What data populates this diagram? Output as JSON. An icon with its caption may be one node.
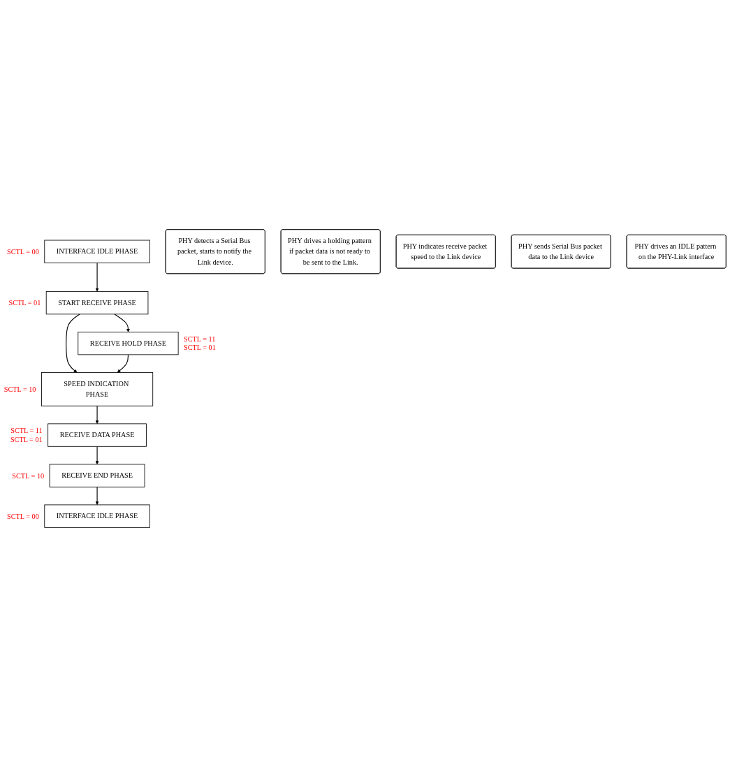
{
  "diagram": {
    "nodes": [
      {
        "text": [
          "INTERFACE IDLE PHASE"
        ],
        "beside": [
          "SCTL = 00"
        ]
      },
      {
        "text": [
          "START RECEIVE PHASE"
        ],
        "beside": [
          "SCTL = 01"
        ]
      },
      {
        "text": [
          "RECEIVE HOLD PHASE"
        ],
        "beside": [
          "SCTL = 11",
          "SCTL = 01"
        ]
      },
      {
        "text": [
          "SPEED INDICATION PHASE"
        ],
        "beside": [
          "SCTL = 10"
        ]
      },
      {
        "text": [
          "RECEIVE DATA PHASE"
        ],
        "beside": [
          "SCTL = 11",
          "SCTL = 01"
        ]
      },
      {
        "text": [
          "RECEIVE END PHASE"
        ],
        "beside": [
          "SCTL = 10"
        ]
      },
      {
        "text": [
          "INTERFACE IDLE PHASE"
        ],
        "beside": [
          "SCTL = 00"
        ]
      },
      {
        "text": [
          "PHY detects a Serial Bus packet, starts to notify the Link device."
        ]
      },
      {
        "text": [
          "PHY drives a holding pattern if packet data is not ready to be sent to the Link."
        ]
      },
      {
        "text": [
          "PHY indicates receive packet speed to the Link device"
        ]
      },
      {
        "text": [
          "PHY sends Serial Bus packet data to the Link device"
        ]
      },
      {
        "text": [
          "PHY drives an IDLE pattern on the PHY-Link interface"
        ]
      }
    ],
    "edges": [
      {
        "from": 0,
        "to": 1,
        "arrow": "to"
      },
      {
        "from": 1,
        "to": 2,
        "arrow": "to"
      },
      {
        "from": 1,
        "to": 3,
        "arrow": "to"
      },
      {
        "from": 2,
        "to": 3,
        "arrow": "to"
      },
      {
        "from": 3,
        "to": 4,
        "arrow": "to"
      },
      {
        "from": 4,
        "to": 5,
        "arrow": "to"
      },
      {
        "from": 5,
        "to": 6,
        "arrow": "to"
      }
    ]
  }
}
